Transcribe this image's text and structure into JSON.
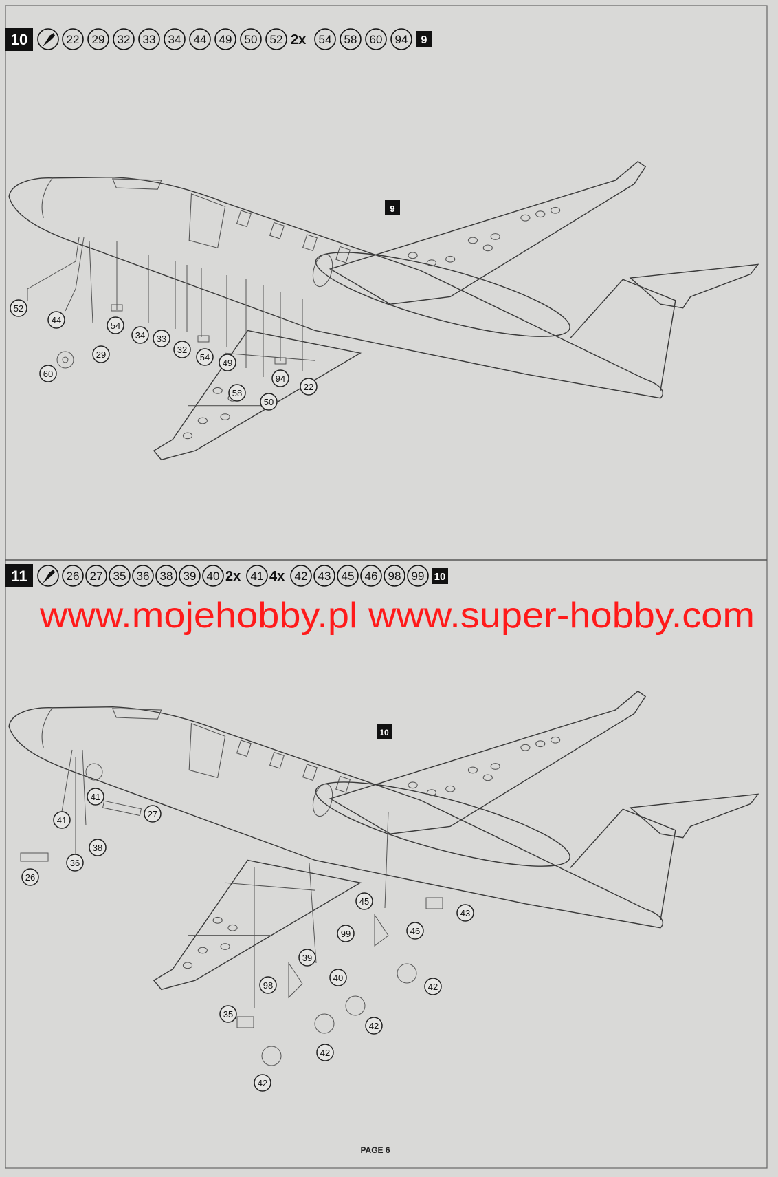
{
  "page": {
    "footer": "PAGE 6"
  },
  "step10": {
    "number": "10",
    "tool_icon": "glue-icon",
    "parts_before": [
      "22",
      "29",
      "32",
      "33",
      "34",
      "44",
      "49",
      "50",
      "52"
    ],
    "multiplier": "2x",
    "parts_after": [
      "54",
      "58",
      "60",
      "94"
    ],
    "ref_step": "9",
    "callouts": [
      "52",
      "44",
      "54",
      "34",
      "33",
      "32",
      "54",
      "49",
      "58",
      "50",
      "94",
      "22",
      "29",
      "60"
    ]
  },
  "step11": {
    "number": "11",
    "tool_icon": "glue-icon",
    "parts_before": [
      "26",
      "27",
      "35",
      "36",
      "38",
      "39",
      "40"
    ],
    "multiplier_a": "2x",
    "parts_mid": [
      "41"
    ],
    "multiplier_b": "4x",
    "parts_after": [
      "42",
      "43",
      "45",
      "46",
      "98",
      "99"
    ],
    "ref_step": "10",
    "callouts": [
      "41",
      "41",
      "27",
      "38",
      "36",
      "26",
      "45",
      "99",
      "46",
      "43",
      "42",
      "39",
      "40",
      "98",
      "35",
      "42",
      "42",
      "42"
    ]
  },
  "watermark": "www.mojehobby.pl www.super-hobby.com",
  "colors": {
    "paper": "#d9d9d7",
    "ink": "#222222",
    "watermark": "#ff1a1a"
  }
}
